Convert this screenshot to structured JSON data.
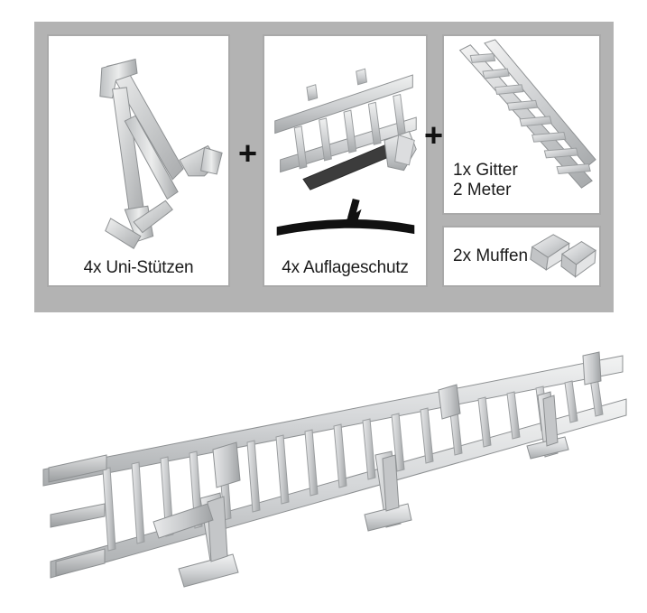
{
  "kit": {
    "background_color": "#b3b3b3",
    "card_border_color": "#a9a9a9",
    "plus_symbol": "+",
    "items": [
      {
        "id": "uni-stuetzen",
        "caption": "4x Uni-Stützen",
        "quantity": "4x",
        "name": "Uni-Stützen",
        "icon": "bracket-support-icon"
      },
      {
        "id": "auflageschutz",
        "caption": "4x Auflageschutz",
        "quantity": "4x",
        "name": "Auflageschutz",
        "icon": "ladder-protector-icon"
      },
      {
        "id": "gitter",
        "caption_line1": "1x Gitter",
        "caption_line2": "2 Meter",
        "quantity": "1x",
        "name": "Gitter",
        "length": "2 Meter",
        "icon": "ladder-grid-icon"
      },
      {
        "id": "muffen",
        "caption": "2x Muffen",
        "quantity": "2x",
        "name": "Muffen",
        "icon": "coupler-sleeve-icon"
      }
    ]
  },
  "photo": {
    "id": "assembled-roof-ladder-photo",
    "alt": "Assembled galvanized roof ladder with supports",
    "background_color": "#ffffff",
    "metal_color": "#d9dadb",
    "metal_shadow_color": "#9ea0a2"
  }
}
